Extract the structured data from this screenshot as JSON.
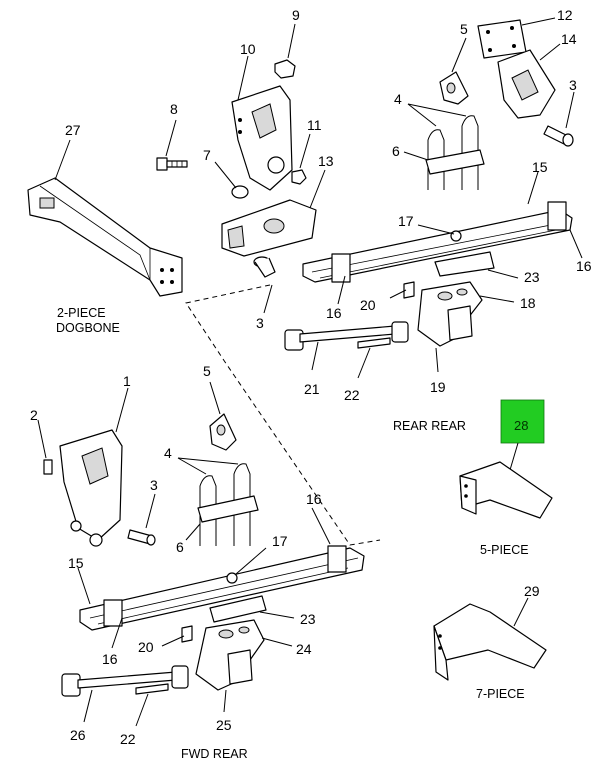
{
  "captions": {
    "dogbone_line1": "2-PIECE",
    "dogbone_line2": "DOGBONE",
    "rear_rear": "REAR REAR",
    "five_piece": "5-PIECE",
    "seven_piece": "7-PIECE",
    "fwd_rear": "FWD REAR"
  },
  "callouts": {
    "c9": "9",
    "c12": "12",
    "c5a": "5",
    "c14": "14",
    "c10": "10",
    "c3a": "3",
    "c4a": "4",
    "c8": "8",
    "c27": "27",
    "c11": "11",
    "c6a": "6",
    "c7": "7",
    "c13": "13",
    "c15a": "15",
    "c17a": "17",
    "c16a": "16",
    "c23a": "23",
    "c3b": "3",
    "c20a": "20",
    "c18": "18",
    "c16b": "16",
    "c21": "21",
    "c22a": "22",
    "c19": "19",
    "c1": "1",
    "c5b": "5",
    "c2": "2",
    "c4b": "4",
    "c3c": "3",
    "c16c": "16",
    "c6b": "6",
    "c17b": "17",
    "c15b": "15",
    "c23b": "23",
    "c16d": "16",
    "c20b": "20",
    "c24": "24",
    "c26": "26",
    "c22b": "22",
    "c25": "25",
    "c29": "29"
  },
  "highlight": {
    "label": "28",
    "color": "#22cc22"
  }
}
